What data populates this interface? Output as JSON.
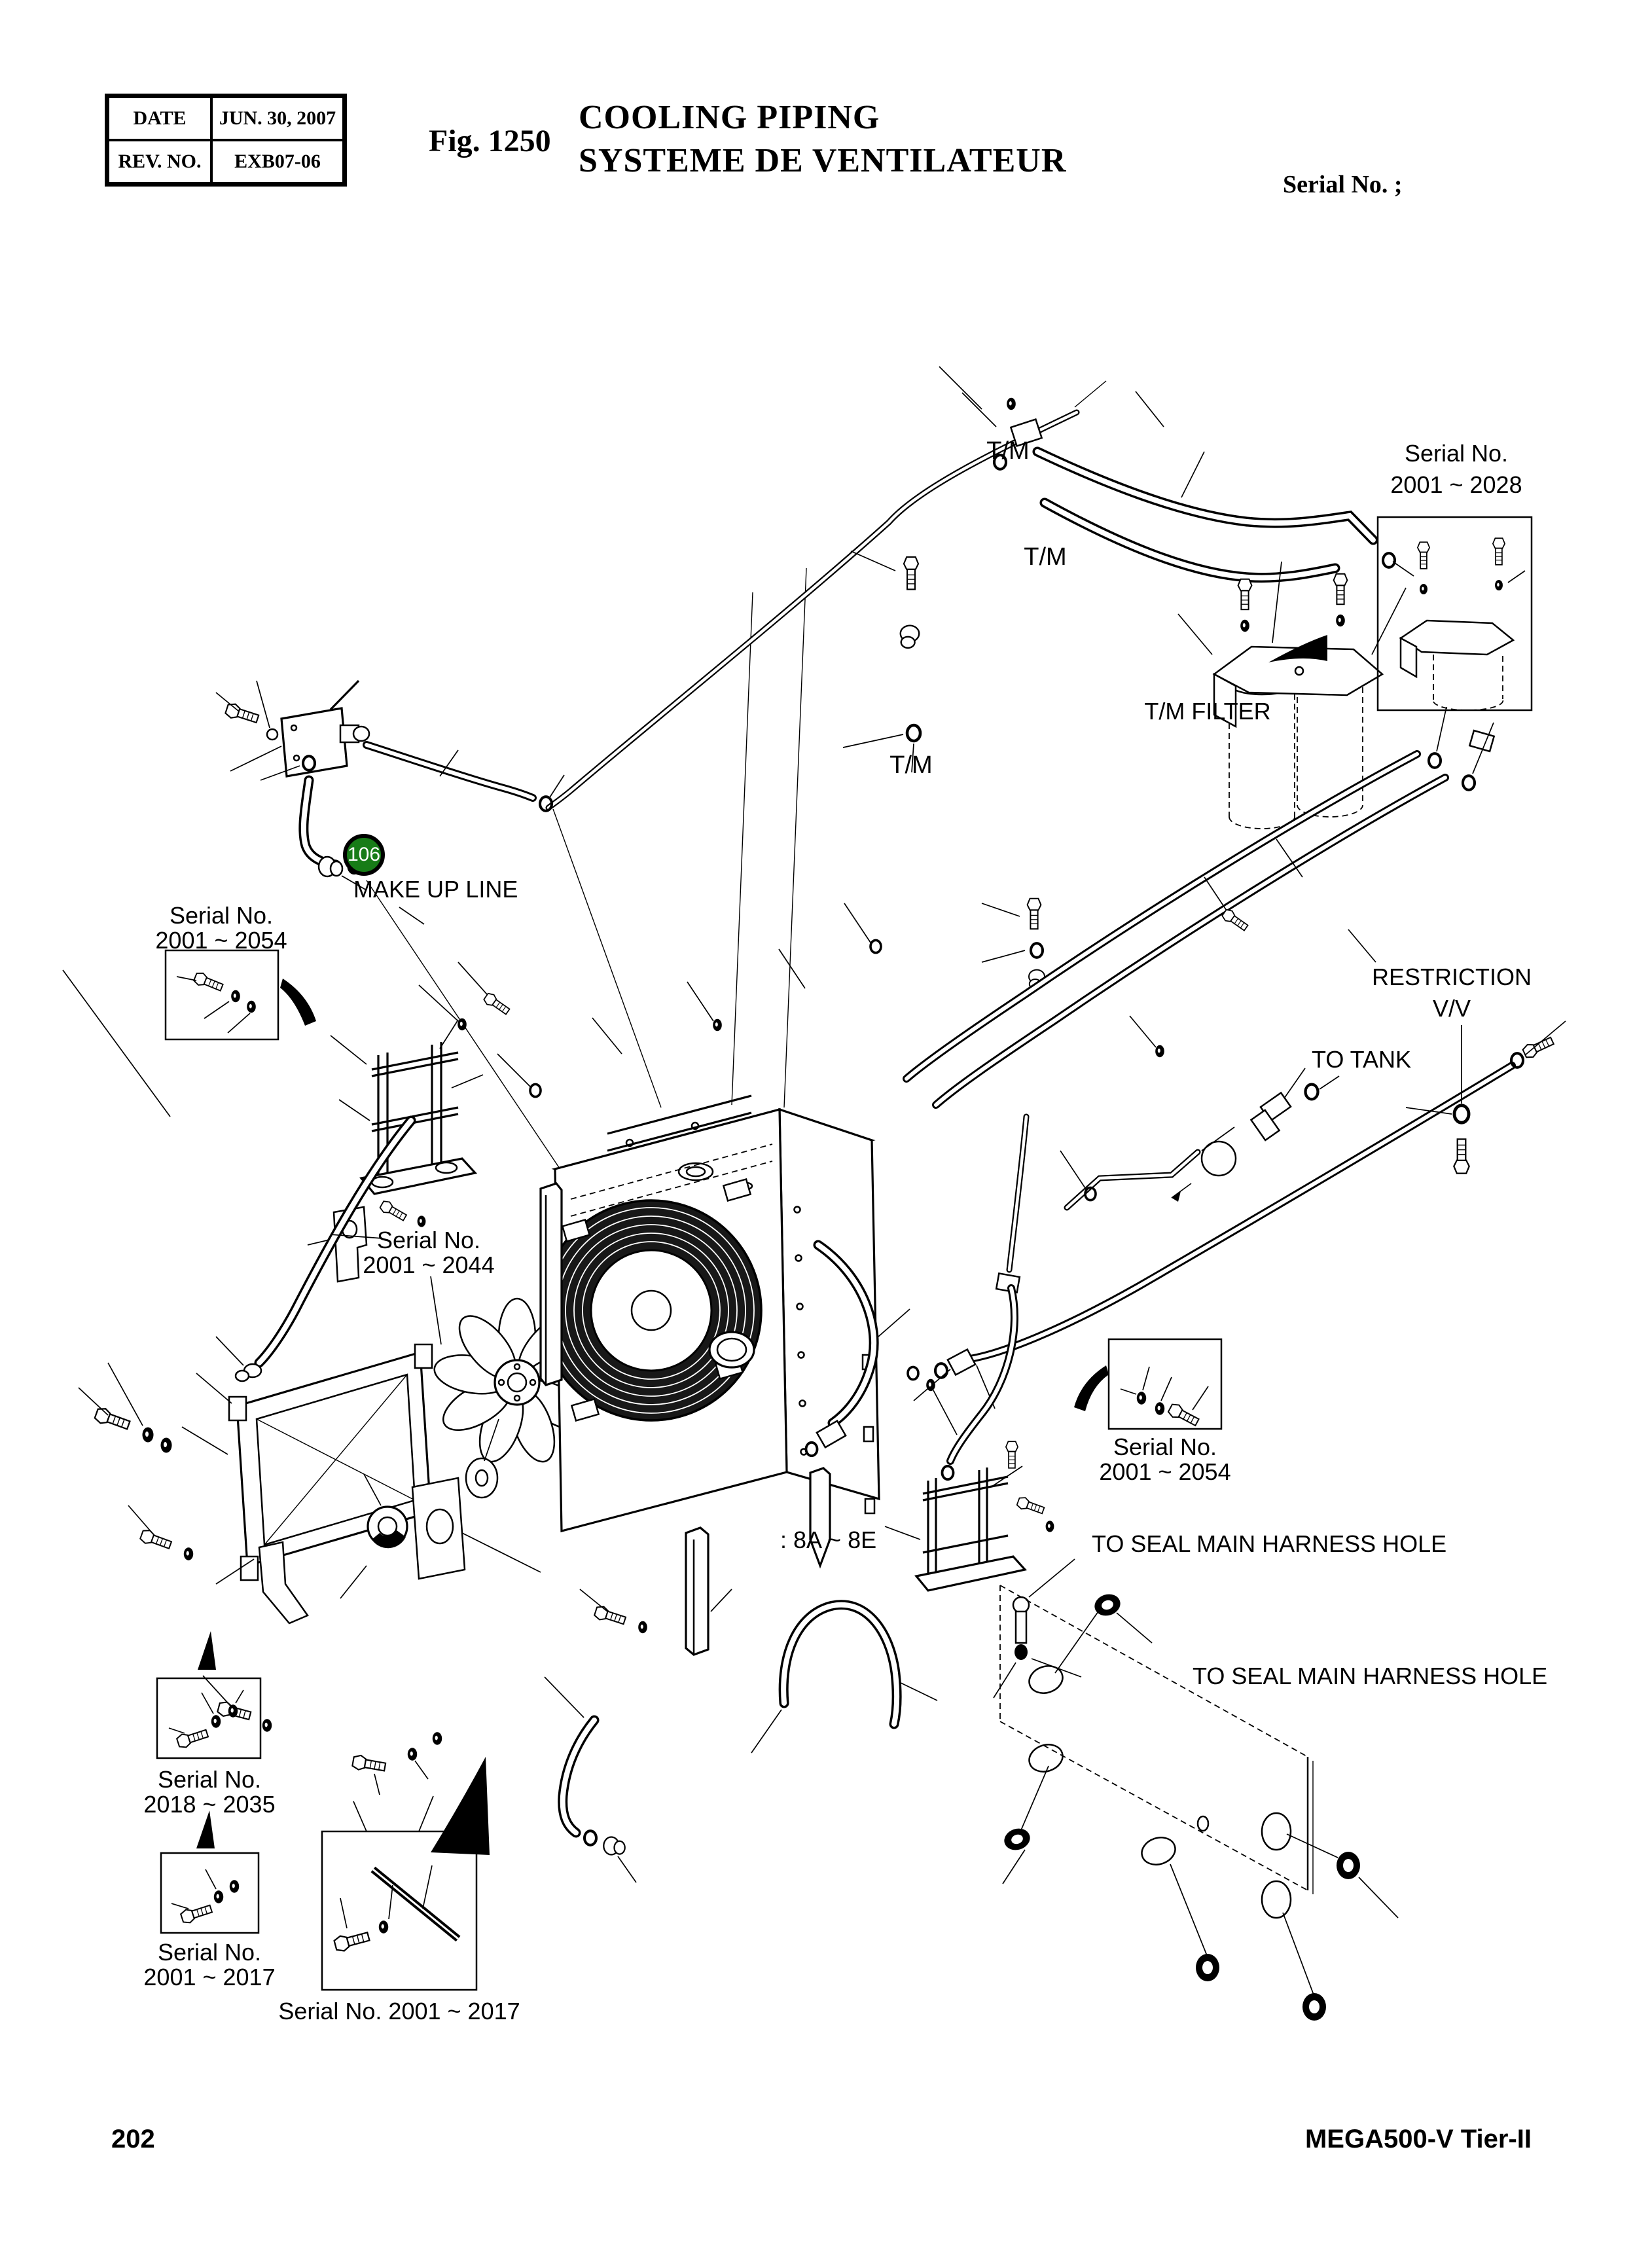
{
  "header": {
    "table": {
      "rows": [
        {
          "label": "DATE",
          "value": "JUN. 30, 2007"
        },
        {
          "label": "REV. NO.",
          "value": "EXB07-06"
        }
      ]
    },
    "fig_label": "Fig. 1250",
    "title_line1": "COOLING PIPING",
    "title_line2": "SYSTEME DE VENTILATEUR",
    "serial_note": "Serial No. ;"
  },
  "balloon": {
    "number": "106",
    "fill": "#177c17"
  },
  "labels": {
    "tm_top": "T/M",
    "tm_upper": "T/M",
    "tm_center": "T/M",
    "tm_filter": "T/M FILTER",
    "make_up_line": "MAKE UP LINE",
    "restriction_1": "RESTRICTION",
    "restriction_2": "V/V",
    "to_tank": "TO TANK",
    "range_8a_8e": ": 8A ~ 8E",
    "seal_harness_top": "TO SEAL MAIN HARNESS HOLE",
    "seal_harness_bottom": "TO SEAL MAIN HARNESS HOLE"
  },
  "serial_callouts": {
    "s2028": {
      "line1": "Serial No.",
      "line2": "2001 ~ 2028"
    },
    "s2054_left": {
      "line1": "Serial No.",
      "line2": "2001 ~ 2054"
    },
    "s2044": {
      "line1": "Serial No.",
      "line2": "2001 ~ 2044"
    },
    "s2054_right": {
      "line1": "Serial No.",
      "line2": "2001 ~ 2054"
    },
    "s2035": {
      "line1": "Serial No.",
      "line2": "2018 ~ 2035"
    },
    "s2017_left": {
      "line1": "Serial No.",
      "line2": "2001 ~ 2017"
    },
    "s2017_bottom": "Serial No. 2001 ~ 2017"
  },
  "footer": {
    "page_number": "202",
    "model": "MEGA500-V Tier-II"
  }
}
